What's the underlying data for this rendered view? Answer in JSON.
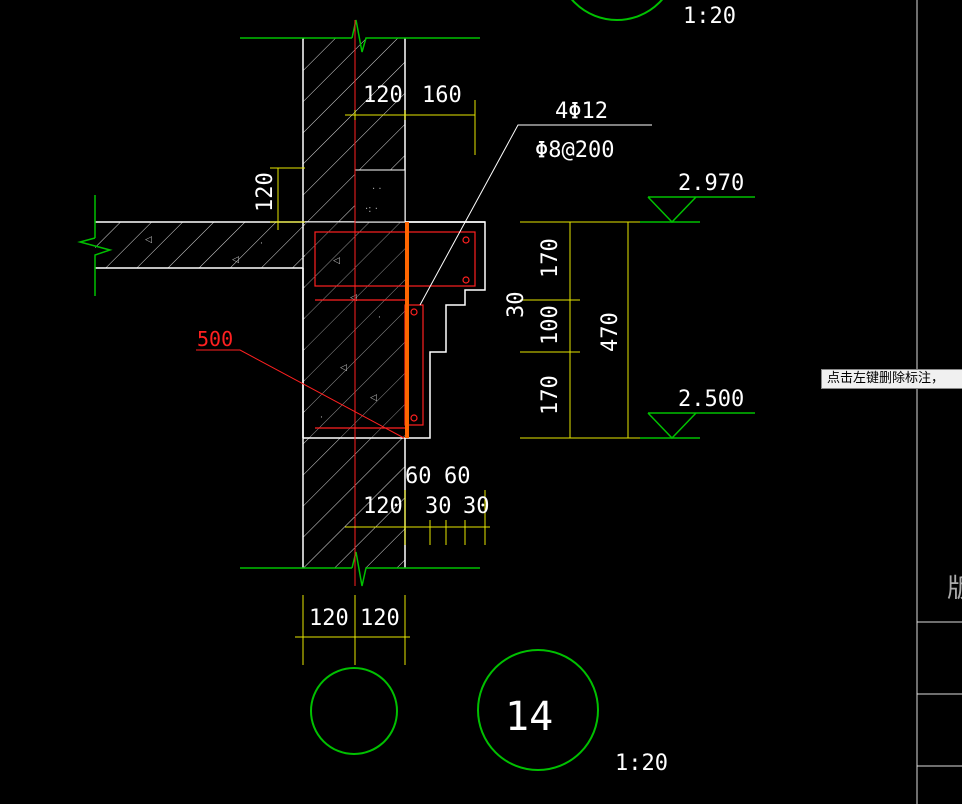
{
  "scale_top": "1:20",
  "scale_bottom": "1:20",
  "detail_number": "14",
  "rebar_main": "4Φ12",
  "rebar_stirrup": "Φ8@200",
  "elevations": {
    "upper": "2.970",
    "lower": "2.500"
  },
  "dims": {
    "wall_left": "120",
    "top_right": "160",
    "slab": "120",
    "beam_top": "170",
    "beam_mid": "100",
    "beam_bottom": "170",
    "beam_total": "470",
    "step": "30",
    "base_left": "120",
    "s1": "60",
    "s2": "60",
    "s3": "30",
    "s4": "30",
    "bottom_left": "120",
    "bottom_right": "120"
  },
  "leader_label": "500",
  "tooltip": "点击左键删除标注，",
  "side_glyph": "版",
  "colors": {
    "background": "#000000",
    "green": "#00c000",
    "white": "#ffffff",
    "red": "#ff2020",
    "orange": "#ff6600",
    "yellow": "#e6e600"
  }
}
